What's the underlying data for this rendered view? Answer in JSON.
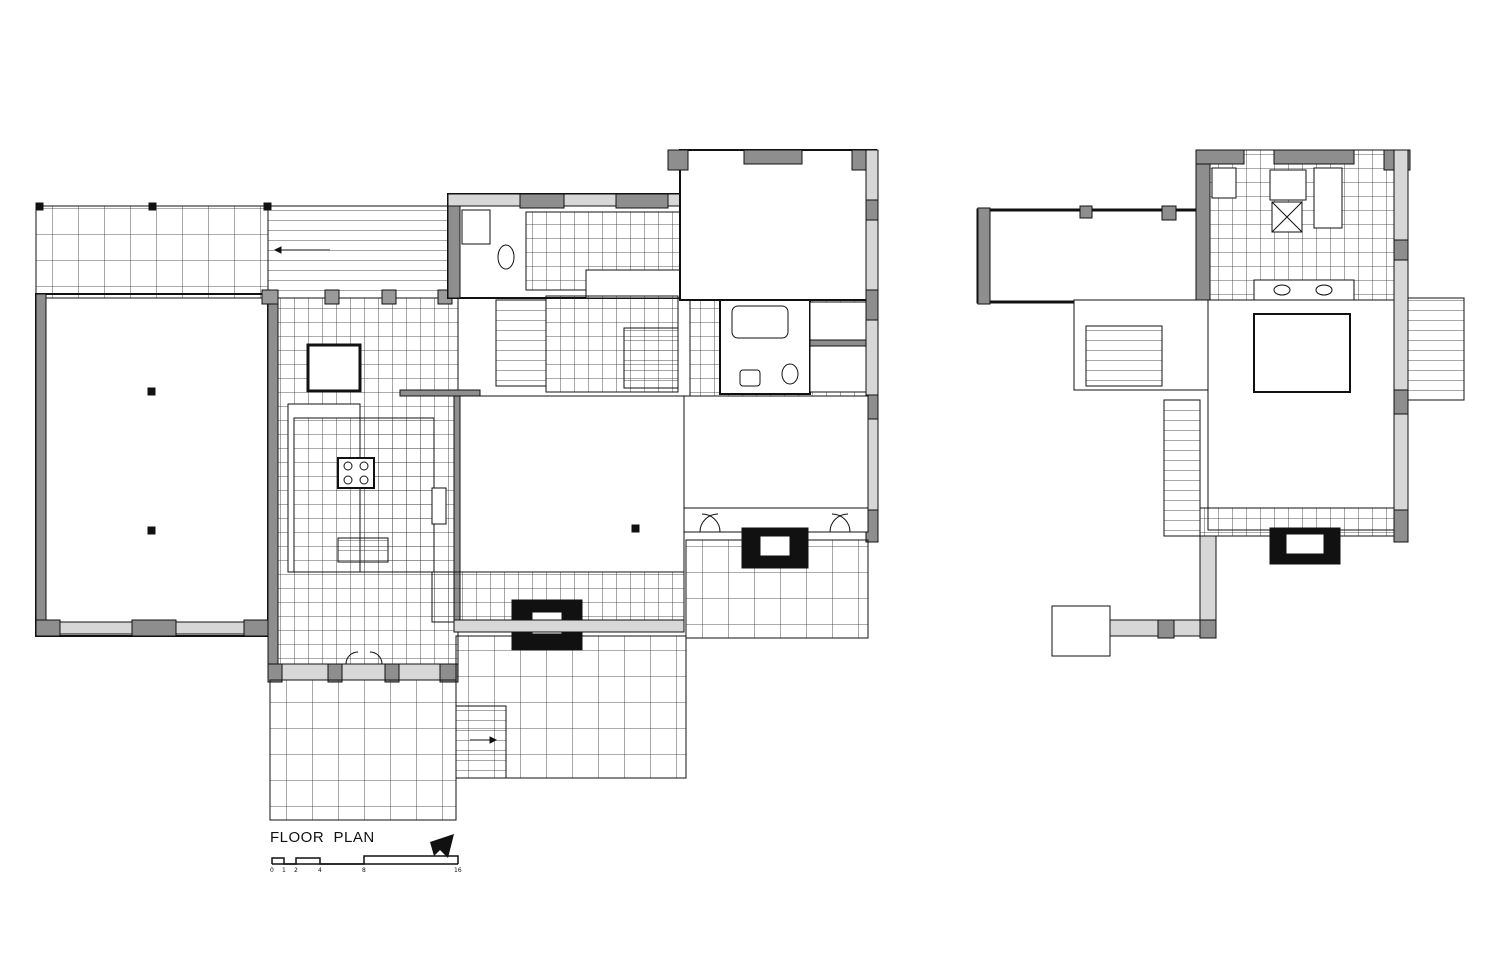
{
  "title": "FLOOR  PLAN",
  "scale_bar": {
    "ticks": [
      "0",
      "1",
      "2",
      "4",
      "8",
      "16"
    ]
  },
  "icons": {
    "north_arrow": "north-arrow-icon"
  },
  "colors": {
    "ink": "#111111",
    "wall_fill": "#8e8e8e",
    "column_fill": "#9a9a9a",
    "hearth_fill": "#111111"
  }
}
